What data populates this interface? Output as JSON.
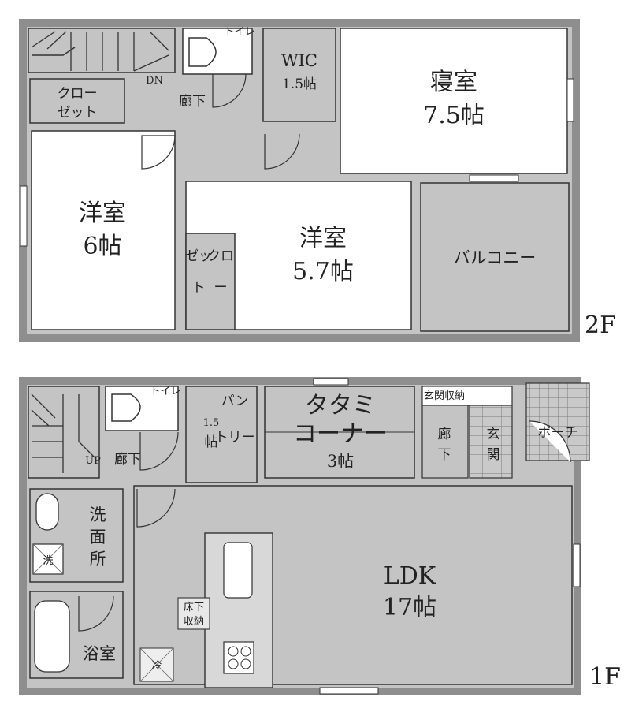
{
  "floors": {
    "second": {
      "label": "2F",
      "rooms": {
        "closet_top": [
          "クロー",
          "ゼット"
        ],
        "toilet": "トイレ",
        "wic": [
          "WIC",
          "1.5帖"
        ],
        "bedroom": [
          "寝室",
          "7.5帖"
        ],
        "stair_dn": "DN",
        "hall": "廊下",
        "western6": [
          "洋室",
          "6帖"
        ],
        "western57": [
          "洋室",
          "5.7帖"
        ],
        "closet_side": [
          "クロ",
          "ゼッ",
          "ー",
          "ト"
        ],
        "balcony": "バルコニー"
      }
    },
    "first": {
      "label": "1F",
      "rooms": {
        "toilet": "トイレ",
        "pantry": [
          "パン",
          "トリー",
          "1.5",
          "帖"
        ],
        "tatami": [
          "タタミ",
          "コーナー",
          "3帖"
        ],
        "entry_storage": "玄関収納",
        "hall_right": [
          "廊",
          "下"
        ],
        "entrance": [
          "玄",
          "関"
        ],
        "porch": "ポーチ",
        "stair_up": "UP",
        "hall_left": "廊下",
        "washroom": [
          "洗",
          "面",
          "所"
        ],
        "washer": "洗",
        "bath": "浴室",
        "floor_storage": [
          "床下",
          "収納"
        ],
        "fridge": "冷",
        "ldk": [
          "LDK",
          "17帖"
        ]
      }
    }
  },
  "colors": {
    "wall": "#8e8e8e",
    "floor_fill": "#c4c4c4",
    "room_white": "#ffffff",
    "line": "#333333"
  }
}
